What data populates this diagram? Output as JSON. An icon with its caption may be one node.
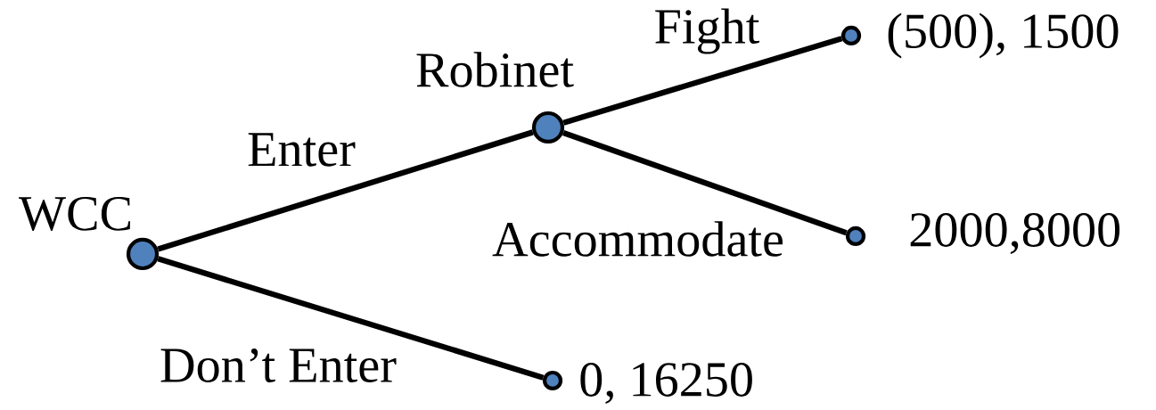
{
  "diagram": {
    "nodes": [
      {
        "text": [
          "WCC"
        ]
      },
      {
        "text": [
          "Robinet"
        ]
      },
      {
        "text": [],
        "shape": "circle",
        "beside": [
          "(500), 1500"
        ]
      },
      {
        "text": [],
        "shape": "circle",
        "beside": [
          "2000,8000"
        ]
      },
      {
        "text": [],
        "shape": "circle",
        "beside": [
          "0, 16250"
        ]
      }
    ],
    "edges": [
      {
        "from": 0,
        "to": 1,
        "arrow": "none",
        "label": "Enter"
      },
      {
        "from": 1,
        "to": 2,
        "arrow": "none",
        "label": "Fight"
      },
      {
        "from": 1,
        "to": 3,
        "arrow": "none",
        "label": "Accommodate"
      },
      {
        "from": 0,
        "to": 4,
        "arrow": "none",
        "label": "Don’t Enter"
      }
    ]
  }
}
